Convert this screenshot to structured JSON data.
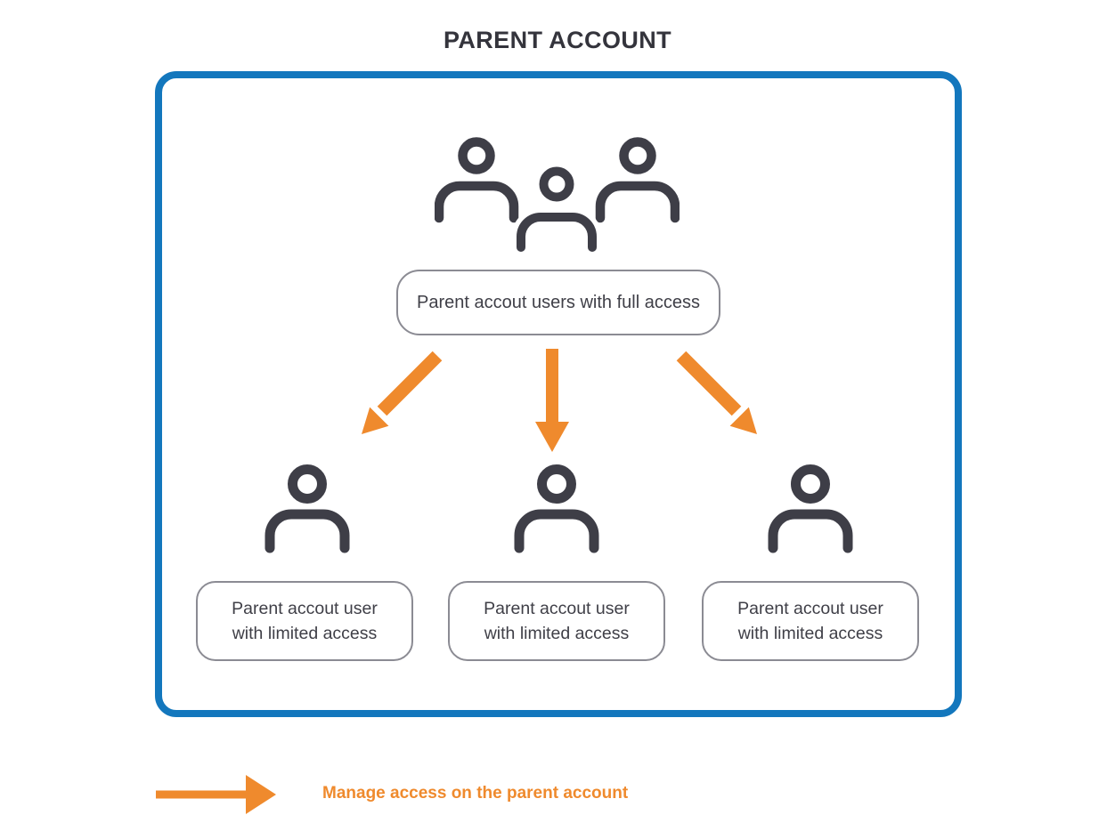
{
  "page": {
    "title": "PARENT ACCOUNT"
  },
  "parent_box": {
    "full_access": {
      "label": "Parent accout users with full access"
    },
    "limited_access": [
      {
        "line1": "Parent accout user",
        "line2": "with limited access"
      },
      {
        "line1": "Parent accout user",
        "line2": "with limited access"
      },
      {
        "line1": "Parent accout user",
        "line2": "with limited access"
      }
    ]
  },
  "legend": {
    "label": "Manage access on the parent account"
  },
  "icons": {
    "group": "users-group-icon",
    "user": "user-icon",
    "arrow_down_left": "arrow-down-left-icon",
    "arrow_down": "arrow-down-icon",
    "arrow_down_right": "arrow-down-right-icon",
    "arrow_right": "arrow-right-icon"
  },
  "colors": {
    "accent_blue": "#1377bd",
    "orange": "#ef8a2d",
    "dark_gray": "#3e3e47",
    "box_border_gray": "#8b8b93",
    "background": "#ffffff"
  }
}
